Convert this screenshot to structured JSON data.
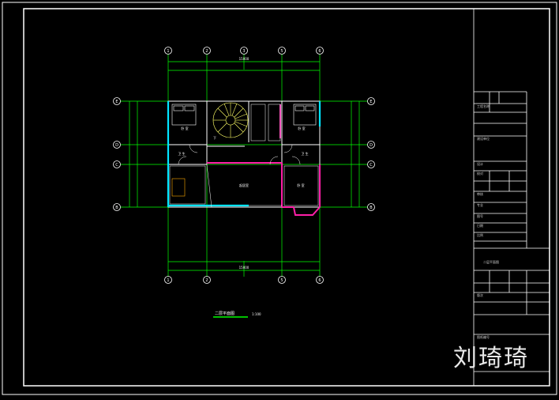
{
  "drawing": {
    "title": "二层平面图",
    "scale": "1:100",
    "watermark": "刘琦琦",
    "axes_numbers": [
      "1",
      "2",
      "3",
      "5",
      "6"
    ],
    "axes_letters": [
      "E",
      "D",
      "C",
      "B"
    ],
    "rooms": {
      "hall": "起居室",
      "room_right": "卧 室",
      "wc_left": "卫 生",
      "wc_right": "卫 生",
      "stair_top": "下",
      "small_left": "卧 室",
      "small_right": "卧 室"
    },
    "dims_top_total": "15000",
    "dims_bottom_total": "15000"
  },
  "title_block": {
    "rows": [
      "工程名称",
      "建设单位",
      "设计",
      "校对",
      "审核",
      "专业",
      "图号",
      "日期",
      "比例",
      "二层平面图",
      "版次",
      "图纸编号"
    ],
    "drawing_name": "二层平面图"
  },
  "colors": {
    "background": "#000000",
    "frame": "#ffffff",
    "grid": "#00ff00",
    "wall_cyan": "#00e5ff",
    "wall_magenta": "#ff1fa8",
    "stair": "#ffff66",
    "axis_circle": "#ffffff"
  }
}
